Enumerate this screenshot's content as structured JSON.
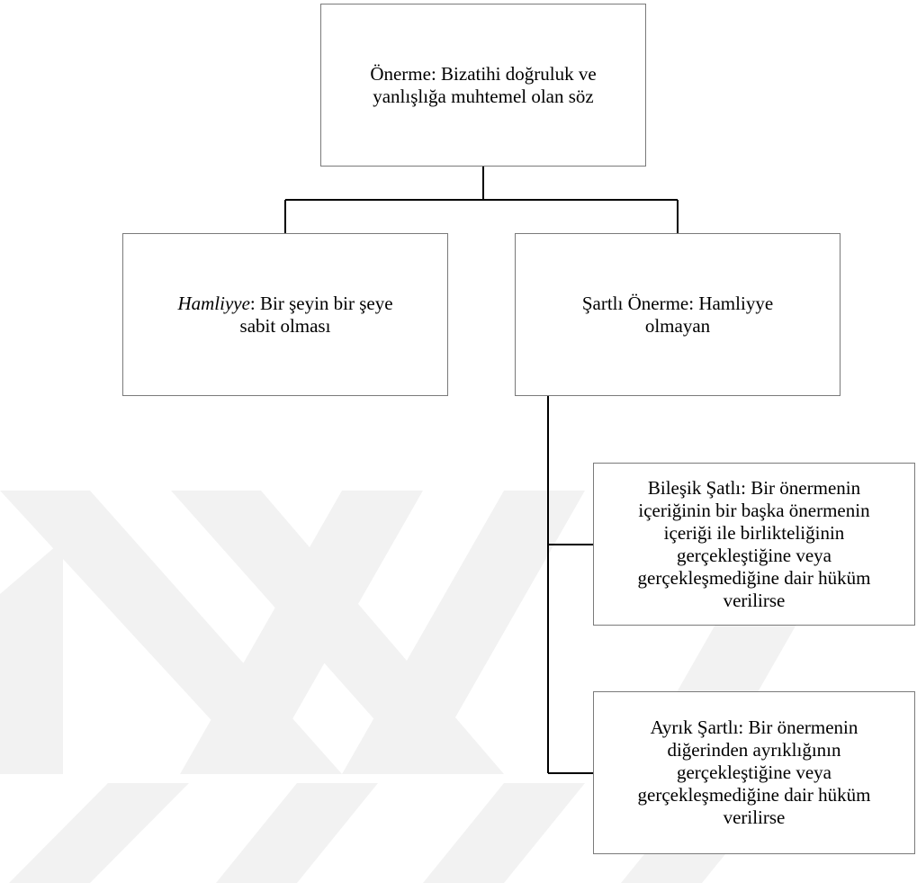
{
  "diagram": {
    "root": {
      "text": "Önerme: Bizatihi doğruluk ve yanlışlığa muhtemel olan söz",
      "lines": [
        "Önerme: Bizatihi doğruluk ve",
        "yanlışlığa muhtemel olan söz"
      ]
    },
    "hamliyye": {
      "term": "Hamliyye",
      "rest": ": Bir şeyin bir şeye",
      "line2": "sabit olması"
    },
    "sartli": {
      "lines": [
        "Şartlı Önerme: Hamliyye",
        "olmayan"
      ]
    },
    "bilesik": {
      "lines": [
        "Bileşik Şatlı: Bir önermenin",
        "içeriğinin bir başka önermenin",
        "içeriği ile birlikteliğinin",
        "gerçekleştiğine veya",
        "gerçekleşmediğine dair hüküm",
        "verilirse"
      ]
    },
    "ayrik": {
      "lines": [
        "Ayrık Şartlı: Bir önermenin",
        "diğerinden ayrıklığının",
        "gerçekleştiğine veya",
        "gerçekleşmediğine dair hüküm",
        "verilirse"
      ]
    }
  },
  "colors": {
    "connector": "#000000",
    "box_border": "#7a7a7a",
    "watermark": "#f2f2f2",
    "text": "#000000"
  }
}
